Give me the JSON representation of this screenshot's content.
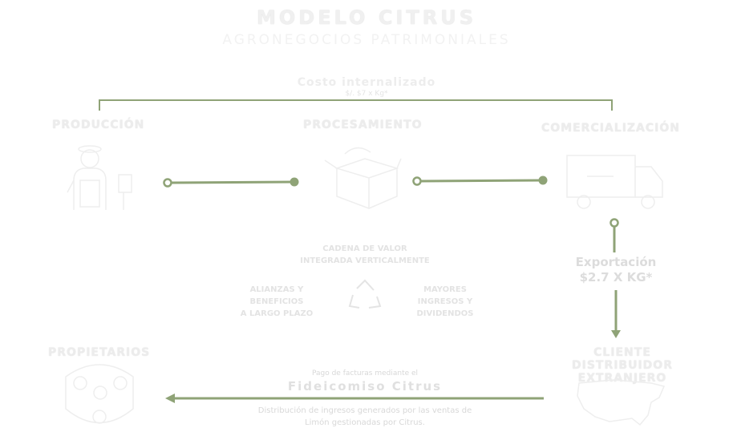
{
  "header": {
    "title": "MODELO CITRUS",
    "subtitle": "AGRONEGOCIOS PATRIMONIALES"
  },
  "cost": {
    "title": "Costo internalizado",
    "value": "$/. $7 x Kg*"
  },
  "stages": {
    "production": "PRODUCCIÓN",
    "processing": "PROCESAMIENTO",
    "commercialization": "COMERCIALIZACIÓN",
    "owners": "PROPIETARIOS",
    "clients": "CLIENTE DISTRIBUIDOR EXTRANJERO"
  },
  "center": {
    "chain_line1": "CADENA DE VALOR",
    "chain_line2": "INTEGRADA VERTICALMENTE",
    "left_line1": "ALIANZAS Y",
    "left_line2": "BENEFICIOS",
    "left_line3": "A LARGO PLAZO",
    "right_line1": "MAYORES",
    "right_line2": "INGRESOS Y",
    "right_line3": "DIVIDENDOS"
  },
  "export": {
    "label": "Exportación",
    "value": "$2.7 X KG*"
  },
  "payment": {
    "pre": "Pago de facturas mediante el",
    "name": "Fideicomiso Citrus",
    "dist_line1": "Distribución de ingresos generados por las ventas de",
    "dist_line2": "Limón gestionadas por Citrus."
  },
  "colors": {
    "accent": "#8fa377",
    "faded": "#ececec"
  },
  "icons": [
    "farmer-icon",
    "box-icon",
    "truck-icon",
    "recycle-icon",
    "owners-icon",
    "usa-map-icon"
  ]
}
